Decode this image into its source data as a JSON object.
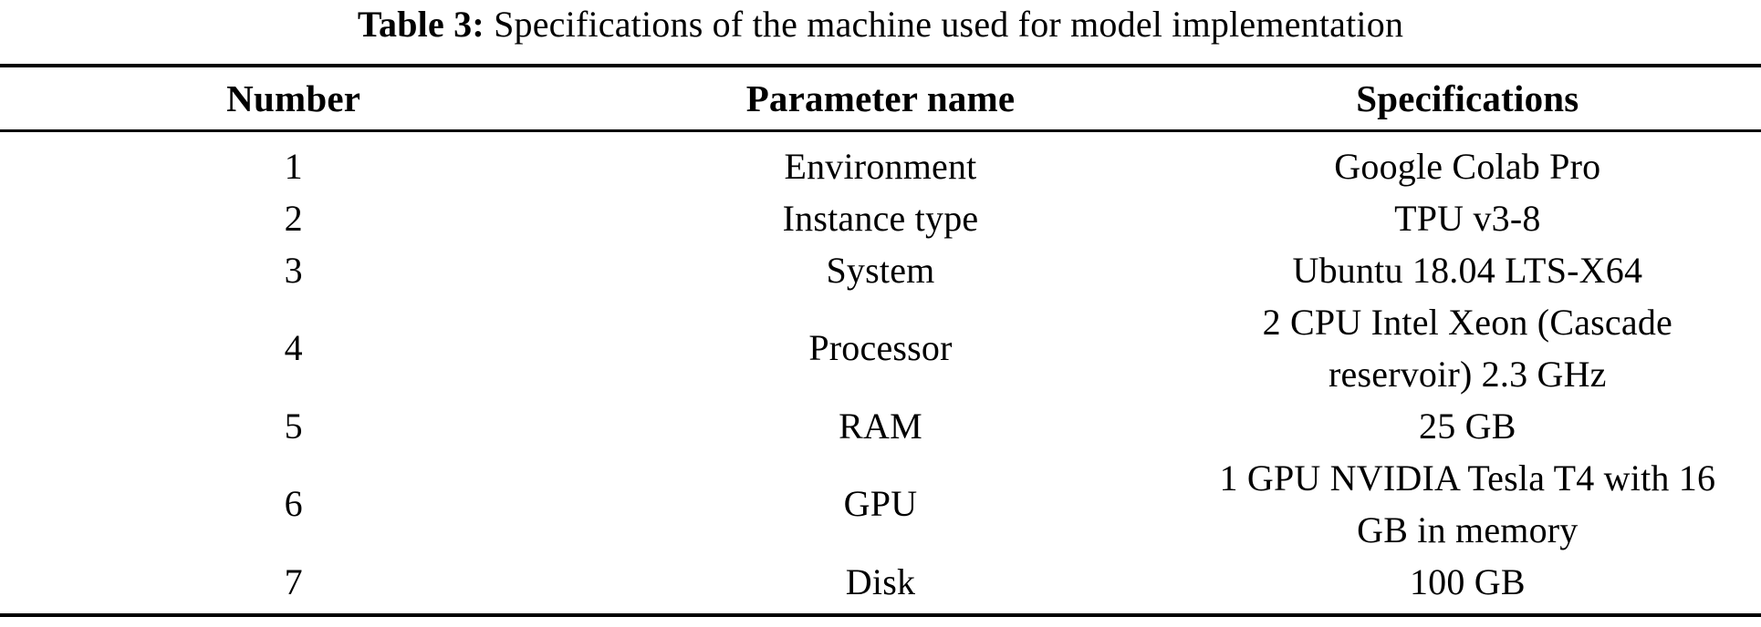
{
  "caption": {
    "label": "Table 3:",
    "text": " Specifications of the machine used for model implementation"
  },
  "table": {
    "headers": [
      "Number",
      "Parameter name",
      "Specifications"
    ],
    "rows": [
      {
        "number": "1",
        "parameter": "Environment",
        "specification": "Google Colab Pro"
      },
      {
        "number": "2",
        "parameter": "Instance type",
        "specification": "TPU v3-8"
      },
      {
        "number": "3",
        "parameter": "System",
        "specification": "Ubuntu 18.04 LTS-X64"
      },
      {
        "number": "4",
        "parameter": "Processor",
        "specification": "2 CPU Intel Xeon (Cascade\nreservoir) 2.3 GHz"
      },
      {
        "number": "5",
        "parameter": "RAM",
        "specification": "25 GB"
      },
      {
        "number": "6",
        "parameter": "GPU",
        "specification": "1 GPU NVIDIA Tesla T4 with 16\nGB in memory"
      },
      {
        "number": "7",
        "parameter": "Disk",
        "specification": "100 GB"
      }
    ],
    "text_color": "#000000",
    "background_color": "#ffffff",
    "rule_color": "#000000"
  }
}
